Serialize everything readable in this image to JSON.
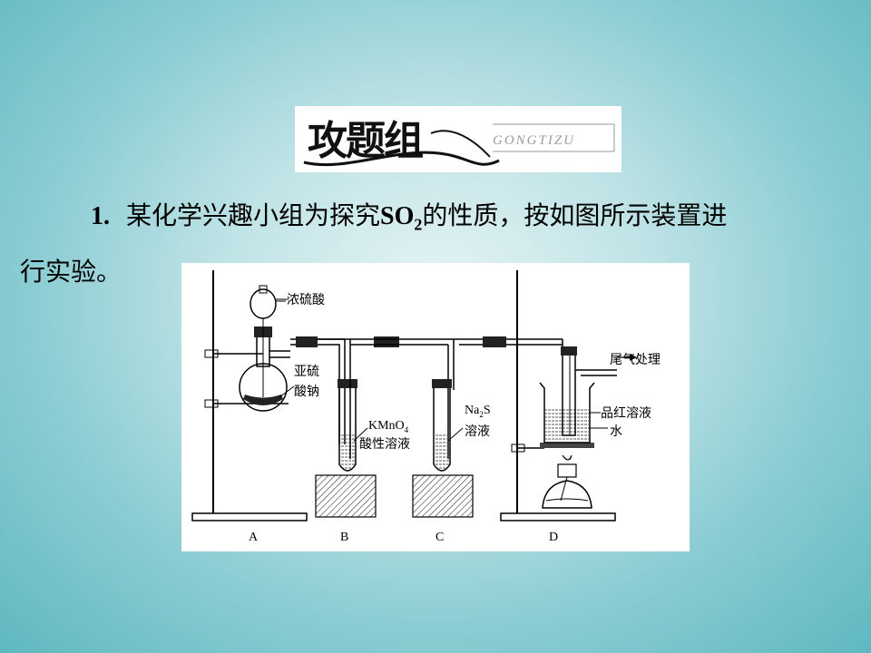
{
  "banner": {
    "title": "攻题组",
    "subtitle": "GONGTIZU"
  },
  "question": {
    "number": "1.",
    "text_before": "某化学兴趣小组为探究",
    "formula_main": "SO",
    "formula_sub": "2",
    "text_after": "的性质，按如图所示装置进",
    "text_line2": "行实验。"
  },
  "figure": {
    "labels": {
      "conc_acid": "浓硫酸",
      "sulfite_1": "亚硫",
      "sulfite_2": "酸钠",
      "kmno4": "KMnO",
      "kmno4_sub": "4",
      "kmno4_line2": "酸性溶液",
      "na2s_na": "Na",
      "na2s_sub": "2",
      "na2s_s": "S",
      "na2s_line2": "溶液",
      "exhaust": "尾气处理",
      "pinhong": "品红溶液",
      "water": "水"
    },
    "apparatus_letters": [
      "A",
      "B",
      "C",
      "D"
    ]
  }
}
